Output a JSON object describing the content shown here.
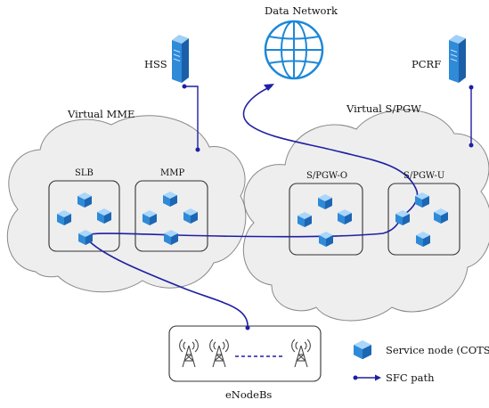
{
  "labels": {
    "data_network": "Data Network",
    "hss": "HSS",
    "pcrf": "PCRF",
    "virtual_mme": "Virtual MME",
    "virtual_spgw": "Virtual S/PGW",
    "slb": "SLB",
    "mmp": "MMP",
    "spgw_o": "S/PGW-O",
    "spgw_u": "S/PGW-U",
    "enodebs": "eNodeBs"
  },
  "legend": {
    "service_node": "Service node (COTS)",
    "sfc_path": "SFC path"
  },
  "colors": {
    "cloud_fill": "#eeeeee",
    "cloud_stroke": "#888888",
    "path": "#1f1fa3",
    "server_blue": "#2f8ad8",
    "cube_blue": "#3d9be0",
    "globe_blue": "#1e88d6"
  }
}
